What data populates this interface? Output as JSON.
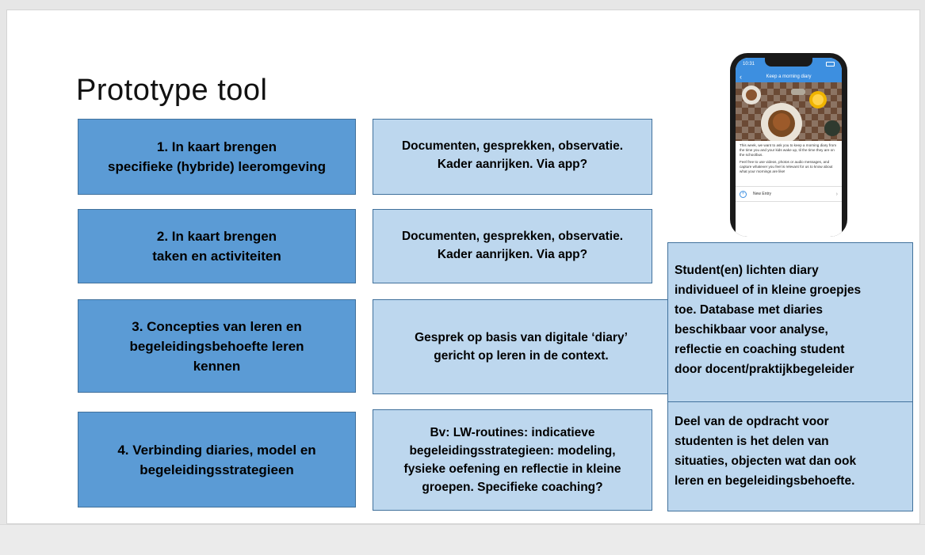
{
  "slide": {
    "title": "Prototype tool",
    "rows": [
      {
        "step": "1. In kaart brengen\nspecifieke (hybride) leeromgeving",
        "approach": "Documenten, gesprekken, observatie.\nKader aanrijken. Via app?"
      },
      {
        "step": "2. In kaart brengen\ntaken en activiteiten",
        "approach": "Documenten, gesprekken, observatie.\nKader aanrijken. Via app?"
      },
      {
        "step": "3. Concepties van leren en\nbegeleidingsbehoefte leren\nkennen",
        "approach": "Gesprek op basis van digitale ‘diary’\ngericht op leren in de context."
      },
      {
        "step": "4. Verbinding diaries, model en\nbegeleidingsstrategieen",
        "approach": "Bv: LW-routines: indicatieve\nbegeleidingsstrategieen: modeling,\nfysieke oefening en reflectie in kleine\ngroepen. Specifieke coaching?"
      }
    ],
    "side_notes": [
      "Student(en) lichten diary\nindividueel of in kleine groepjes\ntoe. Database met diaries\nbeschikbaar voor analyse,\nreflectie en coaching student\ndoor docent/praktijkbegeleider",
      "Deel van de opdracht voor\nstudenten is het delen van\nsituaties, objecten wat dan ook\nleren en begeleidingsbehoefte."
    ],
    "phone": {
      "time": "10:31",
      "nav_title": "Keep a morning diary",
      "back_glyph": "‹",
      "text1": "This week, we want to ask you to keep a morning diary from the time you and your kids wake up, til the time they are on the schoolbus.",
      "text2": "Feel free to use videos, photos or audio messages, and capture whatever you feel is relevant for us to know about what your mornings are like!",
      "entry_label": "New Entry",
      "plus_glyph": "+",
      "chevron_glyph": "›"
    }
  },
  "colors": {
    "dark_box": "#5b9bd5",
    "light_box": "#bdd7ee",
    "border": "#41719c",
    "app_blue": "#3d8fe0"
  }
}
